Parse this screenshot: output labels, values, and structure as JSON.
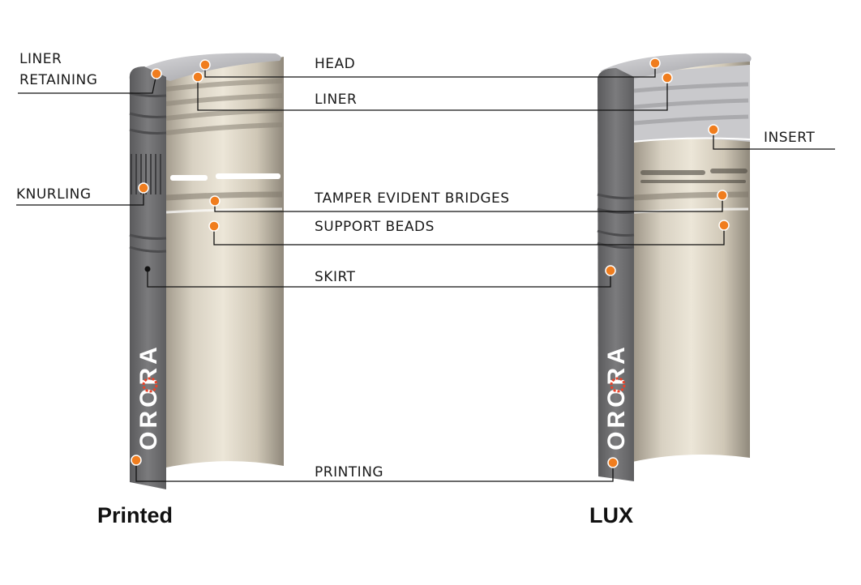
{
  "labels": {
    "liner_retaining_1": "LINER",
    "liner_retaining_2": "RETAINING",
    "head": "HEAD",
    "liner": "LINER",
    "insert": "INSERT",
    "knurling": "KNURLING",
    "tamper_evident_bridges": "TAMPER EVIDENT BRIDGES",
    "support_beads": "SUPPORT BEADS",
    "skirt": "SKIRT",
    "printing": "PRINTING"
  },
  "captions": {
    "printed": "Printed",
    "lux": "LUX"
  },
  "brand": {
    "left": "ORORA",
    "right": "ORORA"
  },
  "colors": {
    "marker": "#f07d1e",
    "skirt": "#6a6a6c",
    "interior": "#d6cfc0",
    "line": "#111111",
    "brand_accent": "#e8432a"
  }
}
